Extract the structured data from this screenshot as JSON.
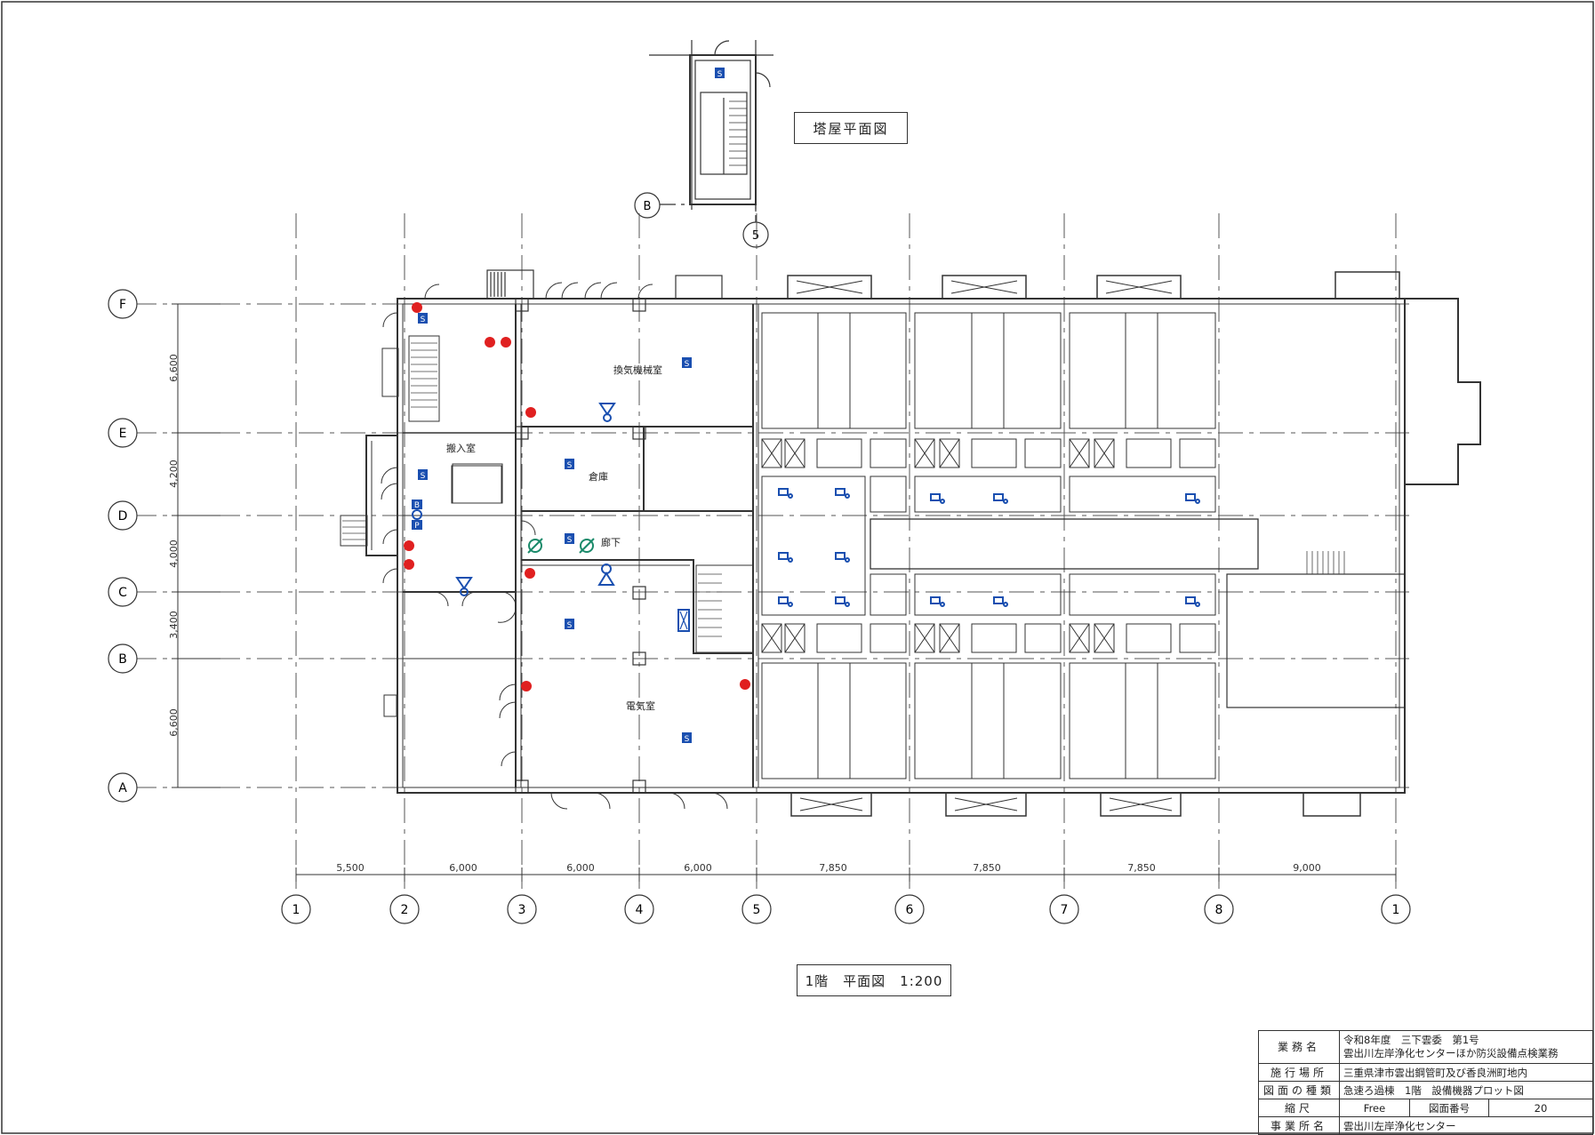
{
  "labels": {
    "roof_plan_title": "塔屋平面図",
    "floor_plan_title": "1階　平面図　1:200"
  },
  "rooms": {
    "hannyushitsu": "搬入室",
    "kanki_kikaishitsu": "換気機械室",
    "souko": "倉庫",
    "rouka": "廊下",
    "denkishitsu": "電気室"
  },
  "row_axes": [
    "F",
    "E",
    "D",
    "C",
    "B",
    "A"
  ],
  "row_dimensions": [
    "6,600",
    "4,200",
    "4,000",
    "3,400",
    "6,600"
  ],
  "column_axes": [
    "1",
    "2",
    "3",
    "4",
    "5",
    "6",
    "7",
    "8",
    "1"
  ],
  "column_dimensions": [
    "5,500",
    "6,000",
    "6,000",
    "6,000",
    "7,850",
    "7,850",
    "7,850",
    "9,000"
  ],
  "roof_axes": {
    "row": "B",
    "column": "5"
  },
  "symbols": {
    "sprinkler_label": "S",
    "b_label": "B",
    "p_label": "P"
  },
  "title_block": {
    "project_name_label": "業務名",
    "project_name_line1": "令和8年度　三下雲委　第1号",
    "project_name_line2": "雲出川左岸浄化センターほか防災設備点検業務",
    "site_label": "施行場所",
    "site_value": "三重県津市雲出鋼管町及び香良洲町地内",
    "drawing_type_label": "図面の種類",
    "drawing_type_value": "急速ろ過棟　1階　設備機器プロット図",
    "scale_label": "縮尺",
    "scale_value": "Free",
    "drawing_no_label": "図面番号",
    "drawing_no_value": "20",
    "office_label": "事業所名",
    "office_value": "雲出川左岸浄化センター"
  },
  "colors": {
    "line": "#333333",
    "fire_alarm_red": "#e02020",
    "equipment_blue": "#1a4fb0",
    "valve_teal": "#1a8a6a"
  }
}
